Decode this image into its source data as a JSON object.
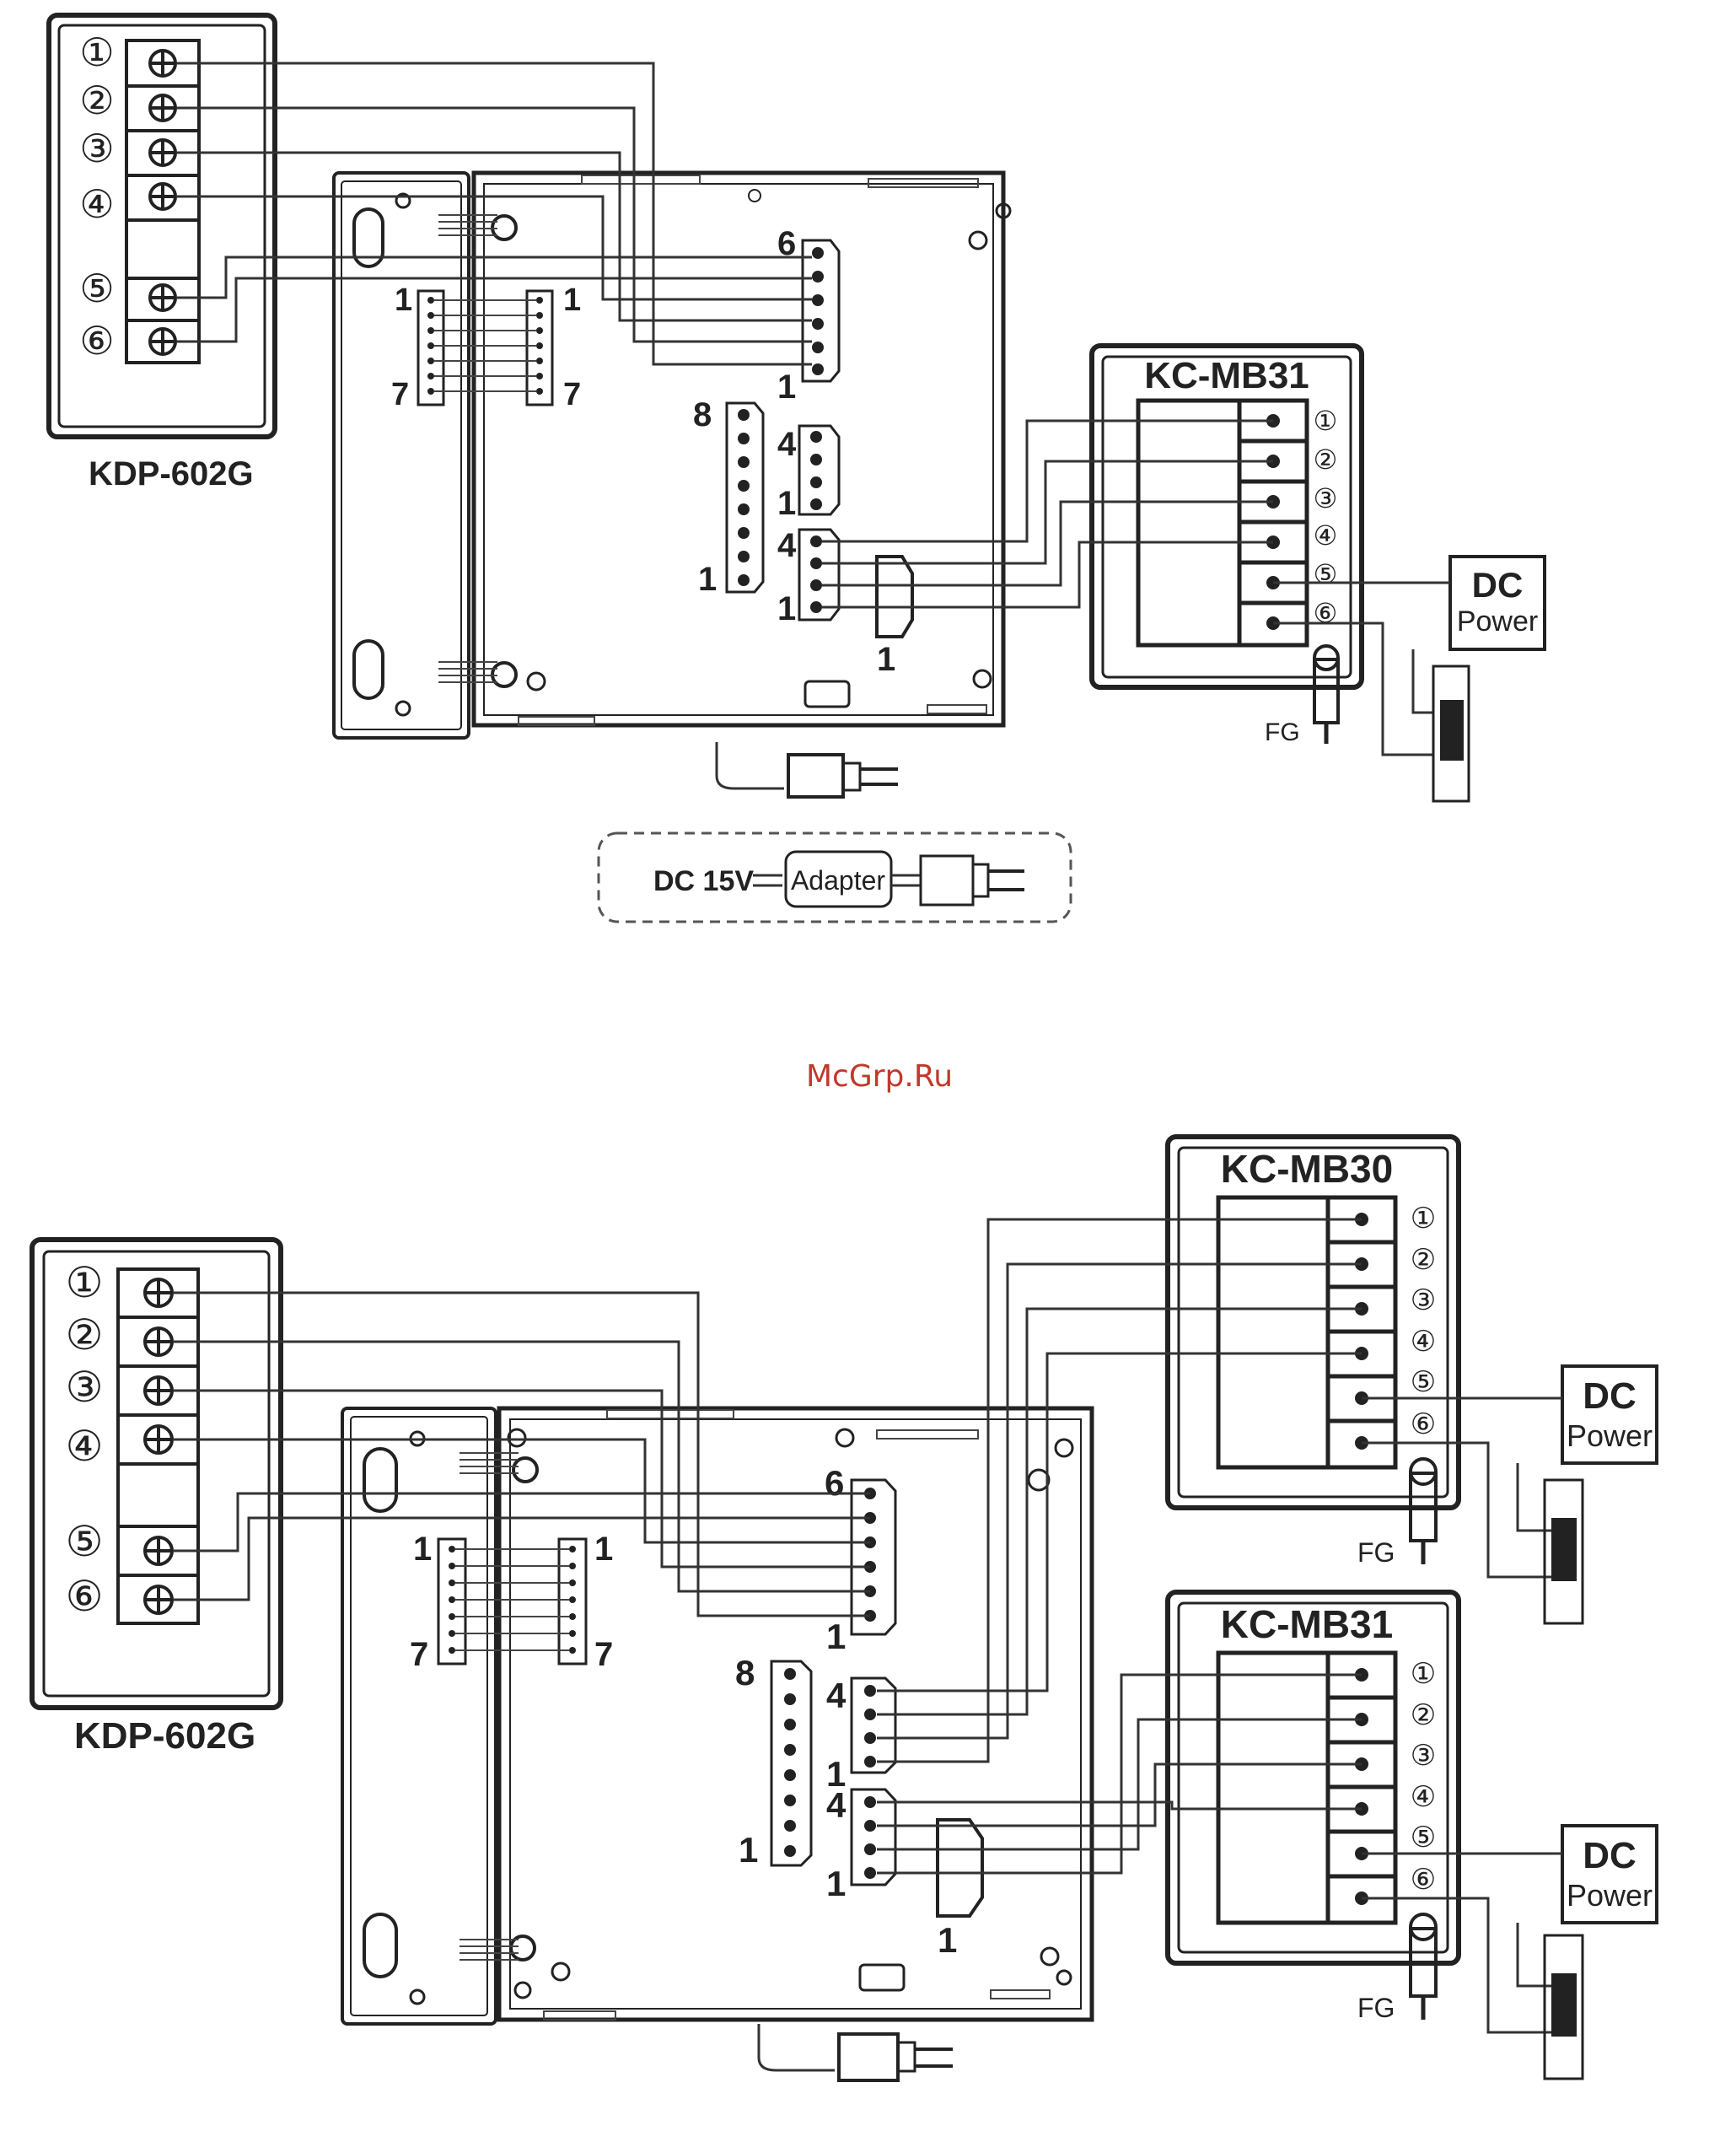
{
  "watermark": "McGrp.Ru",
  "top": {
    "kdp_label": "KDP-602G",
    "kdp_terminals": [
      "①",
      "②",
      "③",
      "④",
      "⑤",
      "⑥"
    ],
    "monitor_connectors": {
      "main_top": "6",
      "main_bottom": "1",
      "left_top": "1",
      "left_bottom": "7",
      "right_top": "1",
      "right_bottom": "7",
      "col8_top": "8",
      "col8_bottom": "1",
      "small_top": "4",
      "small_bottom": "1",
      "cam_top": "4",
      "cam_bottom": "1",
      "cam_plug": "1"
    },
    "camera": {
      "label": "KC-MB31",
      "terminals": [
        "①",
        "②",
        "③",
        "④",
        "⑤",
        "⑥"
      ],
      "fg": "FG"
    },
    "dc_power": {
      "line1": "DC",
      "line2": "Power"
    },
    "adapter": {
      "dc": "DC 15V",
      "adapter": "Adapter"
    }
  },
  "bottom": {
    "kdp_label": "KDP-602G",
    "kdp_terminals": [
      "①",
      "②",
      "③",
      "④",
      "⑤",
      "⑥"
    ],
    "monitor_connectors": {
      "main_top": "6",
      "main_bottom": "1",
      "left_top": "1",
      "left_bottom": "7",
      "right_top": "1",
      "right_bottom": "7",
      "col8_top": "8",
      "col8_bottom": "1",
      "cam1_top": "4",
      "cam1_bottom": "1",
      "cam2_top": "4",
      "cam2_bottom": "1",
      "cam_plug": "1"
    },
    "camera1": {
      "label": "KC-MB30",
      "terminals": [
        "①",
        "②",
        "③",
        "④",
        "⑤",
        "⑥"
      ],
      "fg": "FG"
    },
    "camera2": {
      "label": "KC-MB31",
      "terminals": [
        "①",
        "②",
        "③",
        "④",
        "⑤",
        "⑥"
      ],
      "fg": "FG"
    },
    "dc_power1": {
      "line1": "DC",
      "line2": "Power"
    },
    "dc_power2": {
      "line1": "DC",
      "line2": "Power"
    }
  }
}
